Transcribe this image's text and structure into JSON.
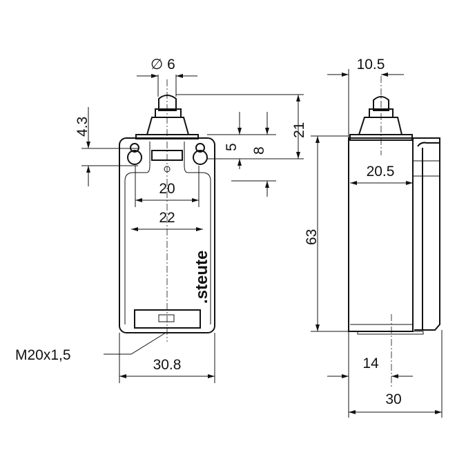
{
  "front_view": {
    "dim_diameter": "∅ 6",
    "dim_height_4_3": "4.3",
    "dim_5": "5",
    "dim_8": "8",
    "dim_21": "21",
    "dim_20": "20",
    "dim_22": "22",
    "dim_width": "30.8",
    "thread_label": "M20x1,5",
    "brand_logo": ".steute"
  },
  "side_view": {
    "dim_10_5": "10.5",
    "dim_20_5": "20.5",
    "dim_63": "63",
    "dim_14": "14",
    "dim_30": "30"
  }
}
